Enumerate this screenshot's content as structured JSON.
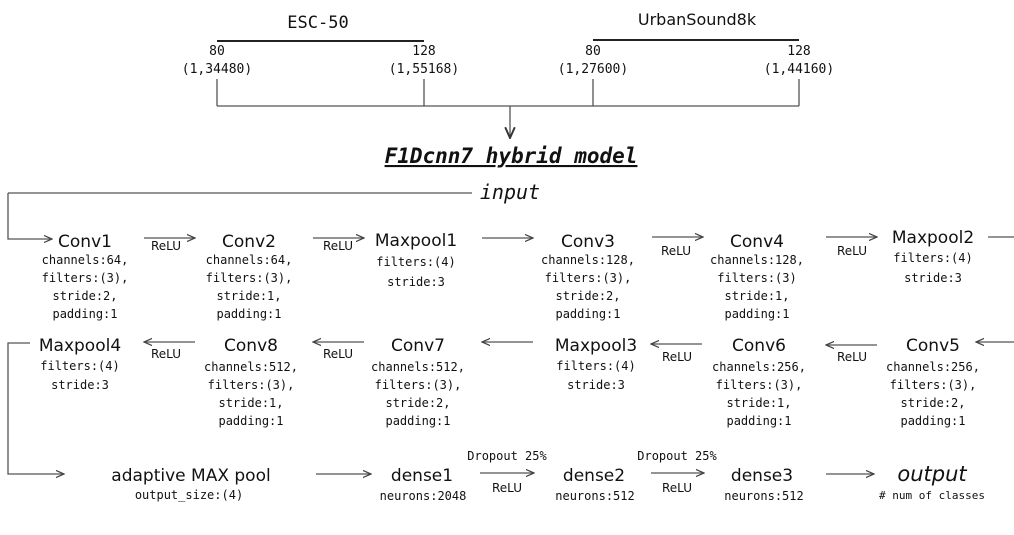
{
  "datasets": [
    {
      "name": "ESC-50",
      "left": {
        "rate": "80",
        "shape": "(1,34480)"
      },
      "right": {
        "rate": "128",
        "shape": "(1,55168)"
      }
    },
    {
      "name": "UrbanSound8k",
      "left": {
        "rate": "80",
        "shape": "(1,27600)"
      },
      "right": {
        "rate": "128",
        "shape": "(1,44160)"
      }
    }
  ],
  "model_title": "F1Dcnn7 hybrid model",
  "input_label": "input",
  "output_label": "output",
  "output_note": "# num of classes",
  "activation": "ReLU",
  "blocks": {
    "conv1": {
      "title": "Conv1",
      "params": [
        "channels:64,",
        "filters:(3),",
        "stride:2,",
        "padding:1"
      ]
    },
    "conv2": {
      "title": "Conv2",
      "params": [
        "channels:64,",
        "filters:(3),",
        "stride:1,",
        "padding:1"
      ]
    },
    "maxpool1": {
      "title": "Maxpool1",
      "params": [
        "filters:(4)",
        "stride:3"
      ]
    },
    "conv3": {
      "title": "Conv3",
      "params": [
        "channels:128,",
        "filters:(3),",
        "stride:2,",
        "padding:1"
      ]
    },
    "conv4": {
      "title": "Conv4",
      "params": [
        "channels:128,",
        "filters:(3)",
        "stride:1,",
        "padding:1"
      ]
    },
    "maxpool2": {
      "title": "Maxpool2",
      "params": [
        "filters:(4)",
        "stride:3"
      ]
    },
    "conv5": {
      "title": "Conv5",
      "params": [
        "channels:256,",
        "filters:(3),",
        "stride:2,",
        "padding:1"
      ]
    },
    "conv6": {
      "title": "Conv6",
      "params": [
        "channels:256,",
        "filters:(3),",
        "stride:1,",
        "padding:1"
      ]
    },
    "maxpool3": {
      "title": "Maxpool3",
      "params": [
        "filters:(4)",
        "stride:3"
      ]
    },
    "conv7": {
      "title": "Conv7",
      "params": [
        "channels:512,",
        "filters:(3),",
        "stride:2,",
        "padding:1"
      ]
    },
    "conv8": {
      "title": "Conv8",
      "params": [
        "channels:512,",
        "filters:(3),",
        "stride:1,",
        "padding:1"
      ]
    },
    "maxpool4": {
      "title": "Maxpool4",
      "params": [
        "filters:(4)",
        "stride:3"
      ]
    },
    "adaptive": {
      "title": "adaptive MAX pool",
      "params": [
        "output_size:(4)"
      ]
    },
    "dense1": {
      "title": "dense1",
      "params": [
        "neurons:2048"
      ]
    },
    "dense2": {
      "title": "dense2",
      "params": [
        "neurons:512"
      ]
    },
    "dense3": {
      "title": "dense3",
      "params": [
        "neurons:512"
      ]
    }
  },
  "dropout": [
    "Dropout 25%",
    "Dropout 25%"
  ]
}
